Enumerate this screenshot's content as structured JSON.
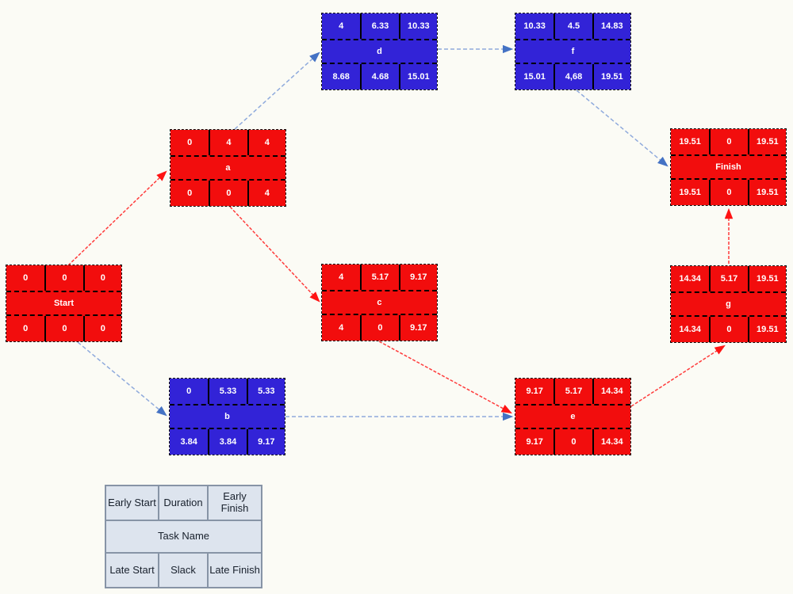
{
  "colors": {
    "critical_red": "#f20d0d",
    "noncritical_blue": "#3223d7",
    "arrow_red": "#ff3b3b",
    "arrow_blue": "#8faadc",
    "arrowhead_blue": "#4472c4",
    "arrowhead_red": "#ff1313",
    "node_text": "#ffffff",
    "legend_bg": "#dde4ee",
    "legend_border": "#8794a6"
  },
  "nodes": [
    {
      "id": "start",
      "name": "Start",
      "color": "red",
      "top": [
        "0",
        "0",
        "0"
      ],
      "bottom": [
        "0",
        "0",
        "0"
      ]
    },
    {
      "id": "a",
      "name": "a",
      "color": "red",
      "top": [
        "0",
        "4",
        "4"
      ],
      "bottom": [
        "0",
        "0",
        "4"
      ]
    },
    {
      "id": "b",
      "name": "b",
      "color": "blue",
      "top": [
        "0",
        "5.33",
        "5.33"
      ],
      "bottom": [
        "3.84",
        "3.84",
        "9.17"
      ]
    },
    {
      "id": "c",
      "name": "c",
      "color": "red",
      "top": [
        "4",
        "5.17",
        "9.17"
      ],
      "bottom": [
        "4",
        "0",
        "9.17"
      ]
    },
    {
      "id": "d",
      "name": "d",
      "color": "blue",
      "top": [
        "4",
        "6.33",
        "10.33"
      ],
      "bottom": [
        "8.68",
        "4.68",
        "15.01"
      ]
    },
    {
      "id": "e",
      "name": "e",
      "color": "red",
      "top": [
        "9.17",
        "5.17",
        "14.34"
      ],
      "bottom": [
        "9.17",
        "0",
        "14.34"
      ]
    },
    {
      "id": "f",
      "name": "f",
      "color": "blue",
      "top": [
        "10.33",
        "4.5",
        "14.83"
      ],
      "bottom": [
        "15.01",
        "4,68",
        "19.51"
      ]
    },
    {
      "id": "g",
      "name": "g",
      "color": "red",
      "top": [
        "14.34",
        "5.17",
        "19.51"
      ],
      "bottom": [
        "14.34",
        "0",
        "19.51"
      ]
    },
    {
      "id": "finish",
      "name": "Finish",
      "color": "red",
      "top": [
        "19.51",
        "0",
        "19.51"
      ],
      "bottom": [
        "19.51",
        "0",
        "19.51"
      ]
    }
  ],
  "edges": [
    {
      "from": "Start",
      "to": "a",
      "color": "red"
    },
    {
      "from": "Start",
      "to": "b",
      "color": "blue"
    },
    {
      "from": "a",
      "to": "d",
      "color": "blue"
    },
    {
      "from": "a",
      "to": "c",
      "color": "red"
    },
    {
      "from": "d",
      "to": "f",
      "color": "blue"
    },
    {
      "from": "f",
      "to": "Finish",
      "color": "blue"
    },
    {
      "from": "b",
      "to": "e",
      "color": "blue"
    },
    {
      "from": "c",
      "to": "e",
      "color": "red"
    },
    {
      "from": "e",
      "to": "g",
      "color": "red"
    },
    {
      "from": "g",
      "to": "Finish",
      "color": "red"
    }
  ],
  "legend": {
    "early_start": "Early Start",
    "duration": "Duration",
    "early_finish": "Early Finish",
    "task_name": "Task Name",
    "late_start": "Late Start",
    "slack": "Slack",
    "late_finish": "Late Finish"
  }
}
